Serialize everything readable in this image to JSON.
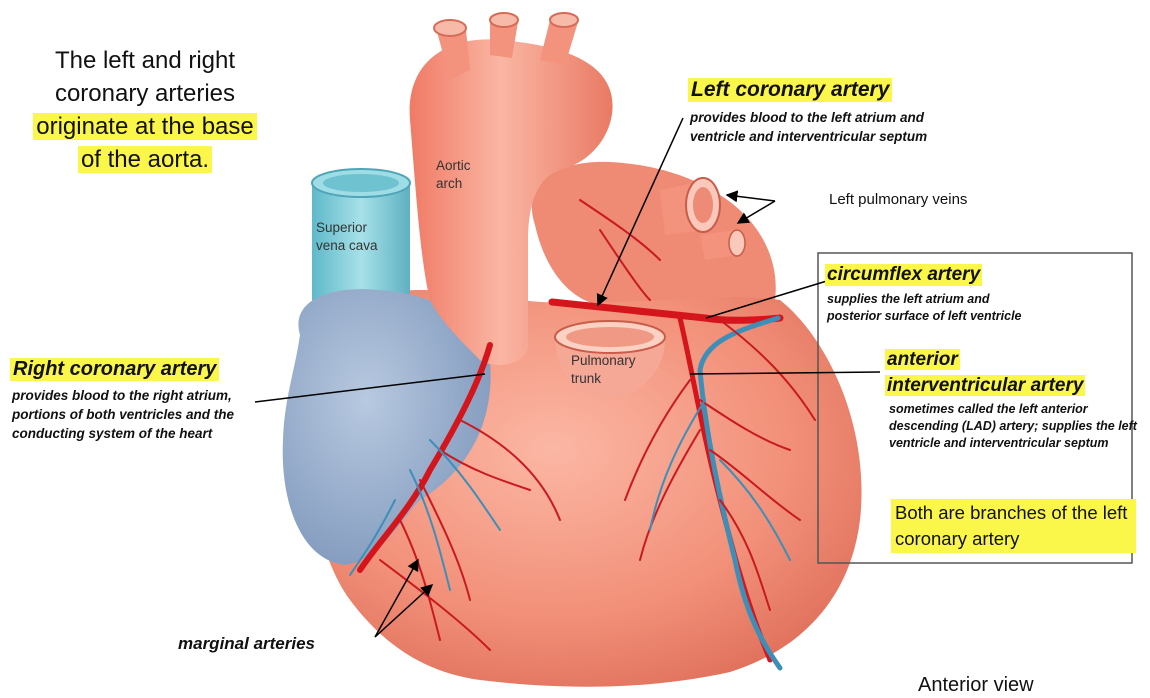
{
  "intro": {
    "line1": "The left and right",
    "line2": "coronary arteries",
    "line3": "originate at the base",
    "line4": "of the aorta."
  },
  "structures": {
    "aortic_arch": [
      "Aortic",
      "arch"
    ],
    "superior_vena_cava": [
      "Superior",
      "vena cava"
    ],
    "pulmonary_trunk": [
      "Pulmonary",
      "trunk"
    ],
    "left_pulmonary_veins": "Left pulmonary veins"
  },
  "left_coronary_artery": {
    "title": "Left coronary artery",
    "description": "provides blood to the left atrium and ventricle and interventricular septum"
  },
  "circumflex_artery": {
    "title": "circumflex artery",
    "description": "supplies the left atrium and posterior surface of left ventricle"
  },
  "anterior_interventricular_artery": {
    "title_line1": "anterior",
    "title_line2": "interventricular artery",
    "description": "sometimes called the left anterior descending (LAD) artery; supplies the left ventricle and interventricular septum"
  },
  "branches_note": "Both are branches of the left coronary artery",
  "right_coronary_artery": {
    "title": "Right coronary artery",
    "description": "provides blood to the right atrium, portions of both ventricles and the conducting system of the heart"
  },
  "marginal_arteries": "marginal arteries",
  "view_label": "Anterior view",
  "colors": {
    "highlight": "#fbf64a",
    "heart_tissue": "#f2917c",
    "artery": "#d4151c",
    "vein": "#3d8fb8",
    "right_atrium": "#9fb5d1",
    "vena_cava": "#8fd3dc"
  }
}
